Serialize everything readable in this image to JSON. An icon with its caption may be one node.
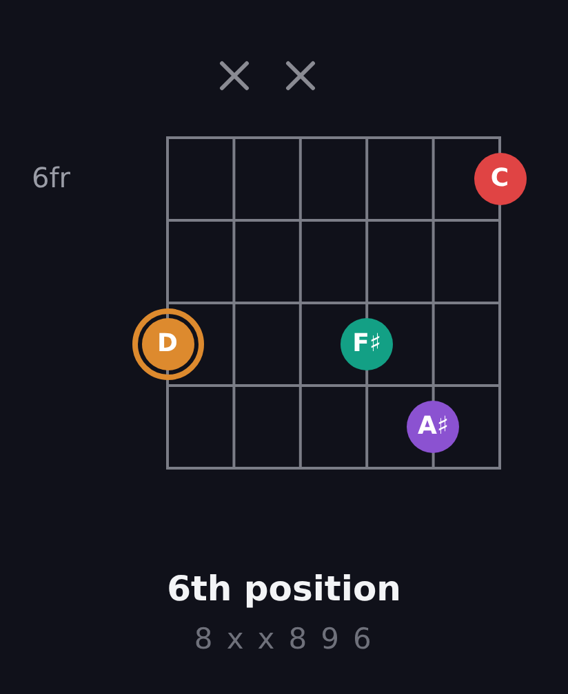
{
  "diagram": {
    "title": "6th position",
    "nodes": [
      {
        "text": [
          "C"
        ]
      },
      {
        "text": [
          "D"
        ]
      },
      {
        "text": [
          "F♯"
        ]
      },
      {
        "text": [
          "A♯"
        ]
      }
    ],
    "labels": [
      "6fr",
      "8 x x 8 9 6"
    ]
  }
}
